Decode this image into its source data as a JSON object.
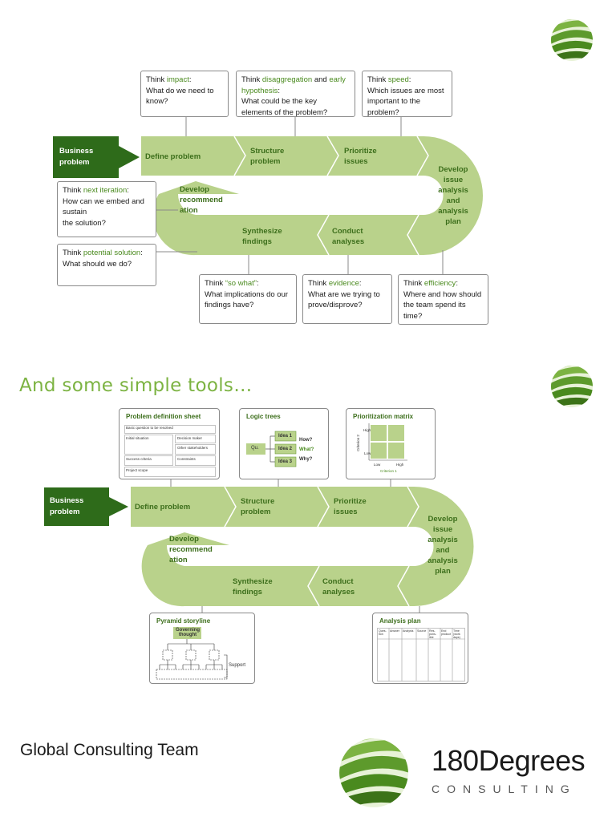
{
  "top_flow": {
    "business_label": "Business problem",
    "steps": {
      "define": "Define problem",
      "structure": "Structure problem",
      "prioritize": "Prioritize issues",
      "develop_plan": "Develop issue analysis and analysis plan",
      "conduct": "Conduct analyses",
      "synthesize": "Synthesize findings",
      "recommend": "Develop recommend ation"
    },
    "think_boxes": {
      "impact": {
        "prefix": "Think ",
        "key": "impact",
        "suffix": ":",
        "body": "What do we need to know?"
      },
      "disaggregation": {
        "prefix": "Think ",
        "key": "disaggregation",
        "mid": " and ",
        "key2": "early hypothesis",
        "suffix": ":",
        "body": "What could be the key elements of the problem?"
      },
      "speed": {
        "prefix": "Think ",
        "key": "speed",
        "suffix": ":",
        "body": "Which issues are most important to the problem?"
      },
      "next_iteration": {
        "prefix": "Think ",
        "key": "next iteration",
        "suffix": ":",
        "body": "How can we embed and sustain",
        "body2": "the solution?"
      },
      "potential": {
        "prefix": "Think ",
        "key": "potential solution",
        "suffix": ":",
        "body": "What should we do?"
      },
      "so_what": {
        "prefix": "Think ",
        "key": "“so what”",
        "suffix": ":",
        "body": "What implications do our findings have?"
      },
      "evidence": {
        "prefix": "Think ",
        "key": "evidence",
        "suffix": ":",
        "body": "What are we trying to prove/disprove?"
      },
      "efficiency": {
        "prefix": "Think ",
        "key": "efficiency",
        "suffix": ":",
        "body": "Where and how should the team spend its time?"
      }
    }
  },
  "section_title": "And some simple tools…",
  "bottom_flow": {
    "business_label": "Business problem",
    "steps": {
      "define": "Define problem",
      "structure": "Structure problem",
      "prioritize": "Prioritize issues",
      "develop_plan": "Develop issue analysis and analysis plan",
      "conduct": "Conduct analyses",
      "synthesize": "Synthesize findings",
      "recommend": "Develop recommend ation"
    }
  },
  "tools": {
    "problem_sheet": {
      "title": "Problem definition sheet",
      "basic_question": "Basic question to be resolved",
      "initial_situation": "Initial situation",
      "decision_maker": "Decision maker",
      "other_stakeholders": "Other stakeholders",
      "success_criteria": "Success criteria",
      "constraints": "Constraints",
      "project_scope": "Project scope"
    },
    "logic_trees": {
      "title": "Logic trees",
      "root": "Qu.",
      "ideas": [
        "Idea 1",
        "Idea 2",
        "Idea 3"
      ],
      "questions": [
        "How?",
        "What?",
        "Why?"
      ]
    },
    "matrix": {
      "title": "Prioritization matrix",
      "y_label": "Criterion 2",
      "x_label": "Criterion 1",
      "high": "High",
      "low": "Low"
    },
    "pyramid": {
      "title": "Pyramid storyline",
      "governing": "Governing thought",
      "support": "Support"
    },
    "analysis_plan": {
      "title": "Analysis plan",
      "columns": [
        "Ques- tion",
        "Answer",
        "Analysis",
        "Source",
        "Res- pons- ible",
        "End product",
        "Time (work days)"
      ]
    }
  },
  "footer": {
    "team": "Global Consulting Team",
    "brand_name": "180Degrees",
    "brand_sub": "CONSULTING"
  },
  "colors": {
    "light_green": "#b9d28b",
    "dark_green": "#2e6b1a",
    "accent_text": "#4a8a1e",
    "title_green": "#7cb342"
  }
}
